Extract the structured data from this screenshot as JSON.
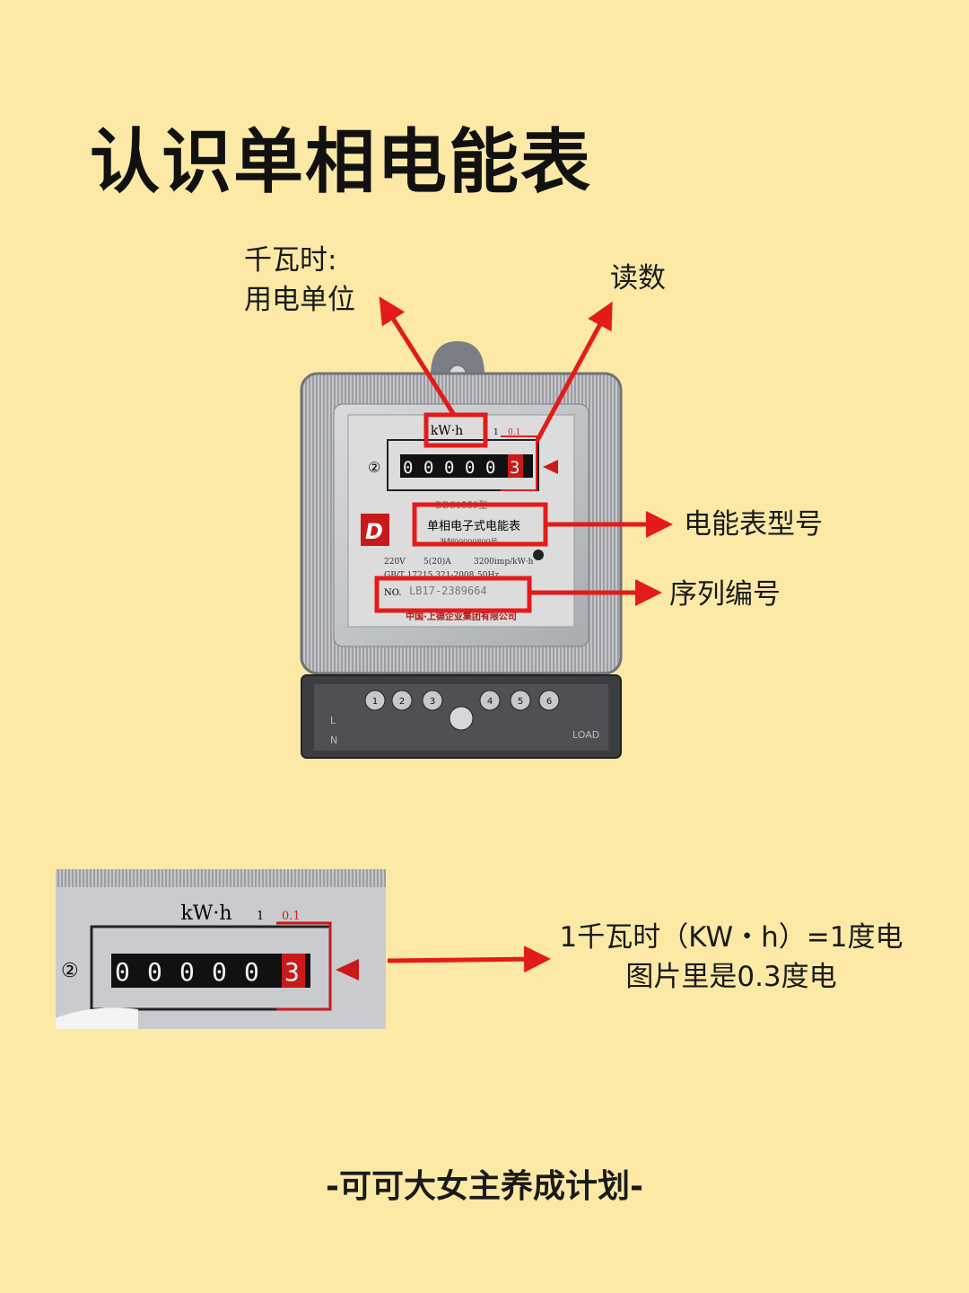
{
  "title": "认识单相电能表",
  "labels": {
    "unit_line1": "千瓦时:",
    "unit_line2": "用电单位",
    "reading": "读数",
    "model": "电能表型号",
    "serial": "序列编号"
  },
  "meter": {
    "unit": "kW·h",
    "scale_1": "1",
    "scale_01": "0.1",
    "circle_num": "②",
    "digits": [
      "0",
      "0",
      "0",
      "0",
      "0",
      "3"
    ],
    "model_code": "DDS1559型",
    "type_name": "单相电子式电能表",
    "cert": "浙制00000800号",
    "spec_voltage": "220V",
    "spec_current": "5(20)A",
    "spec_const": "3200imp/kW·h",
    "spec_std": "GB/T 17215.321-2008",
    "spec_freq": "50Hz",
    "serial_prefix": "NO.",
    "serial_no": "LB17-2389664",
    "manufacturer": "中国·上德企业集团有限公司",
    "terminals": [
      "1",
      "2",
      "3",
      "4",
      "5",
      "6"
    ],
    "line_l": "L",
    "line_n": "N",
    "load": "LOAD"
  },
  "zoom": {
    "unit": "kW·h",
    "scale_1": "1",
    "scale_01": "0.1",
    "circle_num": "②",
    "digits": [
      "0",
      "0",
      "0",
      "0",
      "0",
      "3"
    ]
  },
  "explanation": {
    "line1": "1千瓦时（KW・h）=1度电",
    "line2": "图片里是0.3度电"
  },
  "footer": "-可可大女主养成计划-",
  "colors": {
    "background": "#fce9a6",
    "accent": "#e31b1b"
  }
}
